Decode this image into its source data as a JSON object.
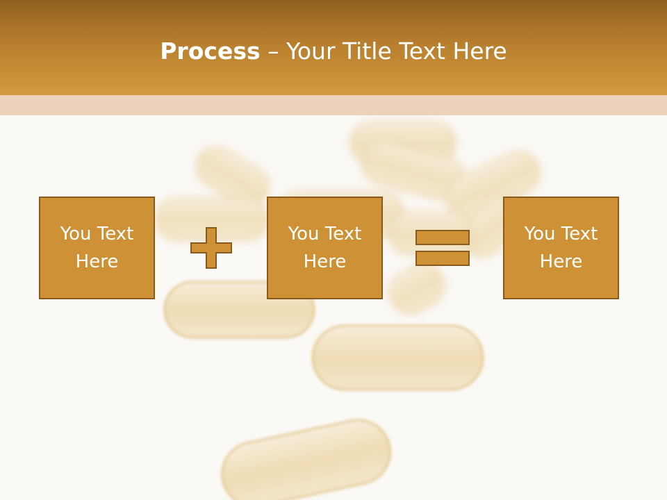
{
  "slide": {
    "title_bold": "Process",
    "title_separator": " – ",
    "title_rest": "Your Title Text Here",
    "boxes": [
      {
        "text": "You Text Here"
      },
      {
        "text": "You Text Here"
      },
      {
        "text": "You Text Here"
      }
    ],
    "operators": [
      "plus-icon",
      "equals-icon"
    ]
  },
  "colors": {
    "title_bar": "#b77e2e",
    "accent_band": "#ecd2bb",
    "box_fill": "#cf9135",
    "box_border": "#8a5a1c",
    "background": "#fbf9f6"
  }
}
